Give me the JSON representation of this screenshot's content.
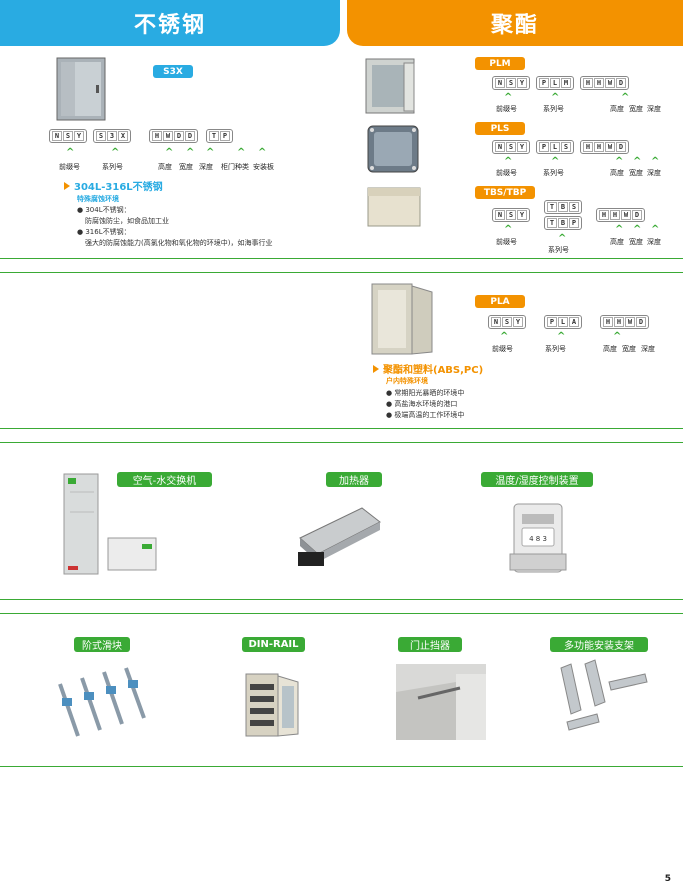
{
  "header": {
    "left": "不锈钢",
    "right": "聚酯"
  },
  "s3x": {
    "tag": "S3X",
    "codes": [
      [
        "N",
        "S",
        "Y"
      ],
      [
        "S",
        "3",
        "X"
      ],
      [
        "H",
        "W",
        "D",
        "D"
      ],
      [
        "T",
        "P"
      ]
    ],
    "labels": [
      "前缀号",
      "系列号",
      "高度",
      "宽度",
      "深度",
      "柜门种类",
      "安装板"
    ],
    "title": "304L-316L不锈钢",
    "subtitle": "特殊腐蚀环境",
    "bullets": [
      "304L不锈钢：",
      "防腐蚀防尘，如食品加工业",
      "316L不锈钢：",
      "强大的防腐蚀能力(高氯化物和氧化物的环境中)，如海事行业"
    ]
  },
  "plm": {
    "tag": "PLM",
    "codes": [
      [
        "N",
        "S",
        "Y"
      ],
      [
        "P",
        "L",
        "M"
      ],
      [
        "H",
        "H",
        "W",
        "D"
      ]
    ],
    "labels": [
      "前缀号",
      "系列号",
      "高度",
      "宽度",
      "深度"
    ]
  },
  "pls": {
    "tag": "PLS",
    "codes": [
      [
        "N",
        "S",
        "Y"
      ],
      [
        "P",
        "L",
        "S"
      ],
      [
        "H",
        "H",
        "W",
        "D"
      ]
    ],
    "labels": [
      "前缀号",
      "系列号",
      "高度",
      "宽度",
      "深度"
    ]
  },
  "tbs": {
    "tag": "TBS/TBP",
    "codes": [
      [
        "N",
        "S",
        "Y"
      ],
      [
        "T",
        "B",
        "S"
      ],
      [
        "T",
        "B",
        "P"
      ],
      [
        "H",
        "H",
        "W",
        "D"
      ]
    ],
    "labels": [
      "前缀号",
      "系列号",
      "高度",
      "宽度",
      "深度"
    ]
  },
  "pla": {
    "tag": "PLA",
    "codes": [
      [
        "N",
        "S",
        "Y"
      ],
      [
        "P",
        "L",
        "A"
      ],
      [
        "H",
        "H",
        "W",
        "D"
      ]
    ],
    "labels": [
      "前缀号",
      "系列号",
      "高度",
      "宽度",
      "深度"
    ],
    "title": "聚酯和塑料(ABS,PC)",
    "subtitle": "户内特殊环境",
    "bullets": [
      "常期阳光暴晒的环境中",
      "高盐海水环境的港口",
      "极端高温的工作环境中"
    ]
  },
  "accessories_row1": [
    "空气-水交换机",
    "加热器",
    "温度/湿度控制装置"
  ],
  "accessories_row2": [
    "阶式滑块",
    "DIN-RAIL",
    "门止挡器",
    "多功能安装支架"
  ],
  "thermostat_text": "4 8 3",
  "page_number": "5",
  "colors": {
    "blue": "#29abe2",
    "orange": "#f39200",
    "green": "#3aaa35"
  }
}
